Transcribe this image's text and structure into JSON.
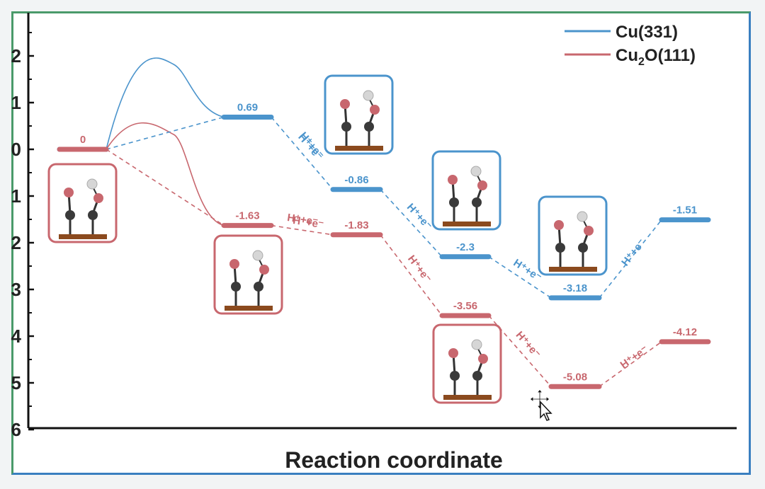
{
  "chart_data": {
    "type": "line",
    "title": "",
    "xlabel": "Reaction coordinate",
    "ylabel": "",
    "ylim": [
      -5.9,
      2.9
    ],
    "y_ticks": [
      "6",
      "5",
      "4",
      "3",
      "2",
      "1",
      "0",
      "1",
      "2"
    ],
    "legend": {
      "position": "top-right"
    },
    "step_label": "H⁺+e⁻",
    "series": [
      {
        "name": "Cu(331)",
        "color": "#4b94cc",
        "levels": [
          {
            "step": 0,
            "value": 0,
            "label": ""
          },
          {
            "step": 1,
            "value": 0.69,
            "label": "0.69"
          },
          {
            "step": 2,
            "value": -0.86,
            "label": "-0.86"
          },
          {
            "step": 3,
            "value": -2.3,
            "label": "-2.3"
          },
          {
            "step": 4,
            "value": -3.18,
            "label": "-3.18"
          },
          {
            "step": 5,
            "value": -1.51,
            "label": "-1.51"
          }
        ]
      },
      {
        "name": "Cu₂O(111)",
        "color": "#c8676e",
        "levels": [
          {
            "step": 0,
            "value": 0,
            "label": "0"
          },
          {
            "step": 1,
            "value": -1.63,
            "label": "-1.63"
          },
          {
            "step": 2,
            "value": -1.83,
            "label": "-1.83"
          },
          {
            "step": 3,
            "value": -3.56,
            "label": "-3.56"
          },
          {
            "step": 4,
            "value": -5.08,
            "label": "-5.08"
          },
          {
            "step": 5,
            "value": -4.12,
            "label": "-4.12"
          }
        ]
      }
    ],
    "barrier_peaks": [
      {
        "series": "Cu(331)",
        "value": 1.82
      },
      {
        "series": "Cu₂O(111)",
        "value": 0.32
      }
    ]
  },
  "legend": {
    "entries": [
      {
        "label": "Cu(331)"
      },
      {
        "label_main": "Cu",
        "label_sub": "2",
        "label_rest": "O(111)"
      }
    ]
  },
  "icons": {
    "cursor": "move-cursor-icon"
  }
}
